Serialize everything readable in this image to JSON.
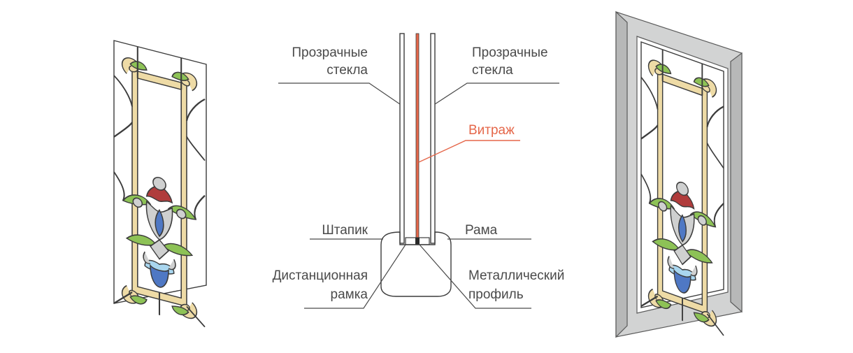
{
  "labels": {
    "glass_left": [
      "Прозрачные",
      "стекла"
    ],
    "glass_right": [
      "Прозрачные",
      "стекла"
    ],
    "stained_glass": "Витраж",
    "bead": "Штапик",
    "frame": "Рама",
    "spacer": [
      "Дистанционная",
      "рамка"
    ],
    "metal_profile": [
      "Металлический",
      "профиль"
    ]
  },
  "colors": {
    "accent": "#e5674a",
    "text": "#4a4a4a",
    "lead": "#3c3c3c",
    "glass_yellow": "#eedba6",
    "glass_green": "#8dc256",
    "glass_red": "#b03c3c",
    "glass_blue": "#4f78c4",
    "glass_lightblue": "#a9d6ef",
    "frame_grey": "#d2d3d3"
  }
}
